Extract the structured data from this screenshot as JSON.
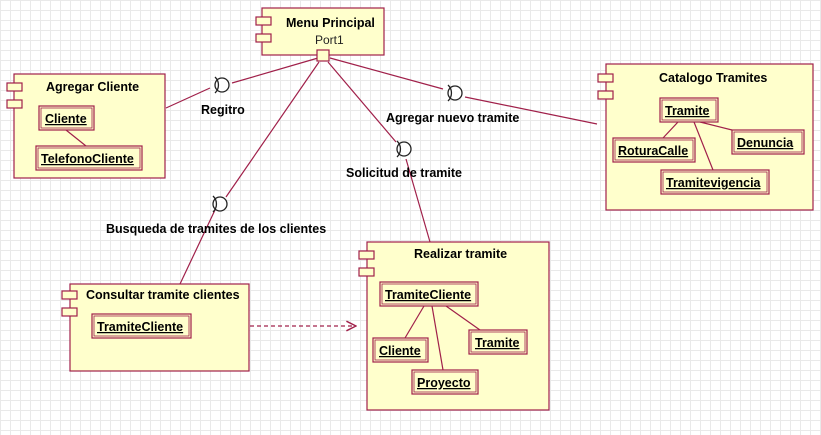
{
  "colors": {
    "component_fill": "#ffffcc",
    "border": "#a0204a",
    "grid": "#e9e9e9"
  },
  "components": {
    "menu": {
      "title": "Menu Principal",
      "port_label": "Port1"
    },
    "agregar_cliente": {
      "title": "Agregar Cliente",
      "classes": [
        "Cliente",
        "TelefonoCliente"
      ]
    },
    "catalogo": {
      "title": "Catalogo Tramites",
      "classes": [
        "Tramite",
        "RoturaCalle",
        "Denuncia",
        "Tramitevigencia"
      ]
    },
    "realizar": {
      "title": "Realizar tramite",
      "classes": [
        "TramiteCliente",
        "Cliente",
        "Tramite",
        "Proyecto"
      ]
    },
    "consultar": {
      "title": "Consultar tramite clientes",
      "classes": [
        "TramiteCliente"
      ]
    }
  },
  "interfaces": {
    "registro": "Regitro",
    "nuevo_tramite": "Agregar nuevo tramite",
    "solicitud": "Solicitud de tramite",
    "busqueda": "Busqueda de tramites de los clientes"
  }
}
